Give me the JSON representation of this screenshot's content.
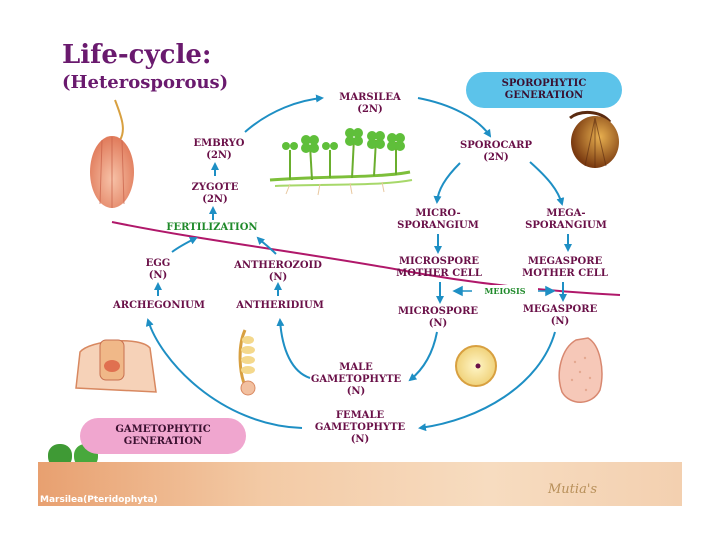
{
  "title": {
    "line1": "Life-cycle:",
    "line2": "(Heterosporous)"
  },
  "sporophytic_label": [
    "SPOROPHYTIC",
    "GENERATION"
  ],
  "gametophytic_label": [
    "GAMETOPHYTIC",
    "GENERATION"
  ],
  "nodes": {
    "marsilea": [
      "MARSILEA",
      "(2N)"
    ],
    "sporocarp": [
      "SPOROCARP",
      "(2N)"
    ],
    "embryo": [
      "EMBRYO",
      "(2N)"
    ],
    "zygote": [
      "ZYGOTE",
      "(2N)"
    ],
    "fertilization": "FERTILIZATION",
    "microsporangium": [
      "MICRO-",
      "SPORANGIUM"
    ],
    "megasporangium": [
      "MEGA-",
      "SPORANGIUM"
    ],
    "microspore_mother": [
      "MICROSPORE",
      "MOTHER CELL"
    ],
    "megaspore_mother": [
      "MEGASPORE",
      "MOTHER CELL"
    ],
    "meiosis": "MEIOSIS",
    "microspore": [
      "MICROSPORE",
      "(N)"
    ],
    "megaspore": [
      "MEGASPORE",
      "(N)"
    ],
    "egg": [
      "EGG",
      "(N)"
    ],
    "antherozoid": [
      "ANTHEROZOID",
      "(N)"
    ],
    "archegonium": "ARCHEGONIUM",
    "antheridium": "ANTHERIDIUM",
    "male_gametophyte": [
      "MALE",
      "GAMETOPHYTE",
      "(N)"
    ],
    "female_gametophyte": [
      "FEMALE",
      "GAMETOPHYTE",
      "(N)"
    ]
  },
  "footer": {
    "left": "Marsilea(Pteridophyta)",
    "right": "Mutia's"
  },
  "colors": {
    "arrow": "#1e8fc4",
    "label": "#6a1048",
    "title": "#6a1a6e",
    "divider": "#b0186a",
    "fertilization": "#1f8a2a",
    "sporophytic_pill": "#5cc3ea",
    "gametophytic_pill": "#f0a6cf"
  }
}
